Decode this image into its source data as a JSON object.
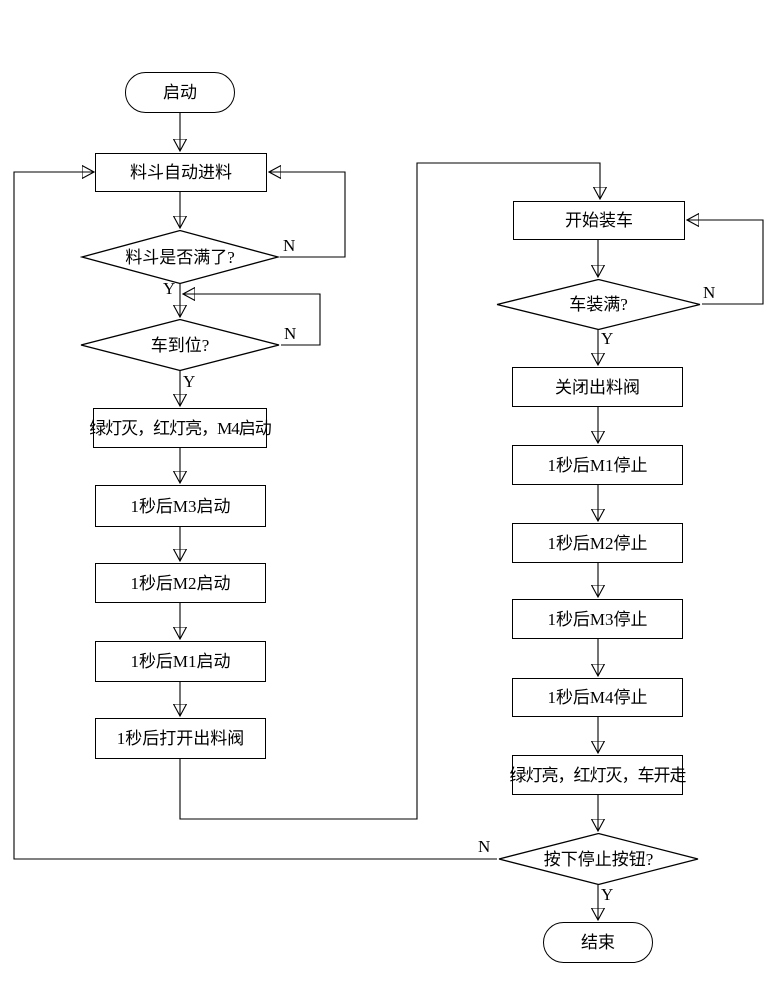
{
  "diagram": {
    "background_color": "#ffffff",
    "line_color": "#000000",
    "nodes": [
      {
        "id": "start",
        "type": "terminator",
        "label": "启动"
      },
      {
        "id": "feed_hopper",
        "type": "process",
        "label": "料斗自动进料"
      },
      {
        "id": "hopper_full",
        "type": "decision",
        "label": "料斗是否满了?",
        "yes": "Y",
        "no": "N"
      },
      {
        "id": "car_in_place",
        "type": "decision",
        "label": "车到位?",
        "yes": "Y",
        "no": "N"
      },
      {
        "id": "lights_m4_start",
        "type": "process",
        "label": "绿灯灭，红灯亮，M4启动"
      },
      {
        "id": "m3_start",
        "type": "process",
        "label": "1秒后M3启动"
      },
      {
        "id": "m2_start",
        "type": "process",
        "label": "1秒后M2启动"
      },
      {
        "id": "m1_start",
        "type": "process",
        "label": "1秒后M1启动"
      },
      {
        "id": "open_valve",
        "type": "process",
        "label": "1秒后打开出料阀"
      },
      {
        "id": "start_loading",
        "type": "process",
        "label": "开始装车"
      },
      {
        "id": "car_full",
        "type": "decision",
        "label": "车装满?",
        "yes": "Y",
        "no": "N"
      },
      {
        "id": "close_valve",
        "type": "process",
        "label": "关闭出料阀"
      },
      {
        "id": "m1_stop",
        "type": "process",
        "label": "1秒后M1停止"
      },
      {
        "id": "m2_stop",
        "type": "process",
        "label": "1秒后M2停止"
      },
      {
        "id": "m3_stop",
        "type": "process",
        "label": "1秒后M3停止"
      },
      {
        "id": "m4_stop",
        "type": "process",
        "label": "1秒后M4停止"
      },
      {
        "id": "lights_car_leave",
        "type": "process",
        "label": "绿灯亮，红灯灭，车开走"
      },
      {
        "id": "stop_pressed",
        "type": "decision",
        "label": "按下停止按钮?",
        "yes": "Y",
        "no": "N"
      },
      {
        "id": "end",
        "type": "terminator",
        "label": "结束"
      }
    ]
  }
}
